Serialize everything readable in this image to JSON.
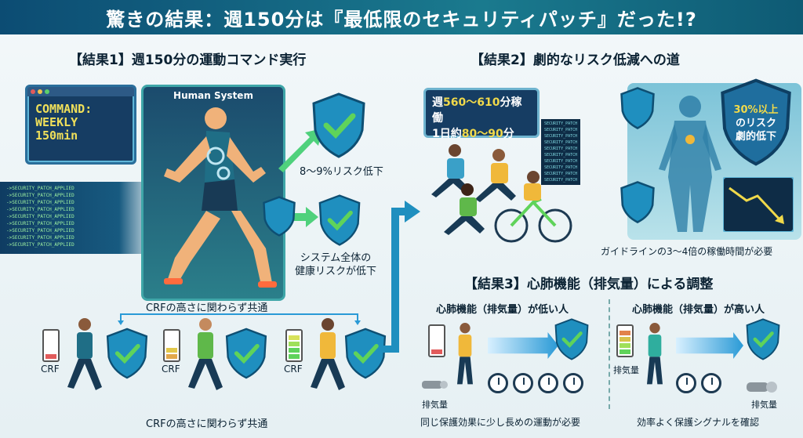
{
  "title": "驚きの結果：週150分は『最低限のセキュリティパッチ』だった!?",
  "section1": {
    "heading": "【結果1】週150分の運動コマンド実行",
    "command_window": {
      "line1": "COMMAND:",
      "line2": "WEEKLY",
      "line3": "150min"
    },
    "system_label": "Human System",
    "log_lines": [
      "->SECURITY_PATCH_APPLIED",
      "->SECURITY_PATCH_APPLIED",
      "->SECURITY_PATCH_APPLIED",
      "->SECURITY_PATCH_APPLIED",
      "->SECURITY_PATCH_APPLIED",
      "->SECURITY_PATCH_APPLIED",
      "->SECURITY_PATCH_APPLIED",
      "->SECURITY_PATCH_APPLIED",
      "->SECURITY_PATCH_APPLIED",
      "->SECURITY_PATCH_APPLIED"
    ],
    "result_a": "8～9%リスク低下",
    "result_b_line1": "システム全体の",
    "result_b_line2": "健康リスクが低下",
    "common_label_top": "CRFの高さに関わらず共通",
    "common_label_bottom": "CRFの高さに関わらず共通",
    "crf_label": "CRF"
  },
  "section2": {
    "heading": "【結果2】劇的なリスク低減への道",
    "box_line1_pre": "週",
    "box_line1_hl": "560～610",
    "box_line1_post": "分稼働",
    "box_line2_pre": "1日約",
    "box_line2_hl": "80～90",
    "box_line2_post": "分",
    "stack_line": "SECURITY_PATCH",
    "risk_line1": "30%以上",
    "risk_line2": "のリスク",
    "risk_line3": "劇的低下",
    "note": "ガイドラインの3～4倍の稼働時間が必要"
  },
  "section3": {
    "heading": "【結果3】心肺機能（排気量）による調整",
    "low_label": "心肺機能（排気量）が低い人",
    "high_label": "心肺機能（排気量）が高い人",
    "exhaust": "排気量",
    "low_result": "同じ保護効果に少し長めの運動が必要",
    "high_result": "効率よく保護シグナルを確認"
  },
  "colors": {
    "accent": "#0c4c73",
    "shield": "#1f8fbf",
    "check": "#5fd35a",
    "highlight": "#f0d94a"
  }
}
